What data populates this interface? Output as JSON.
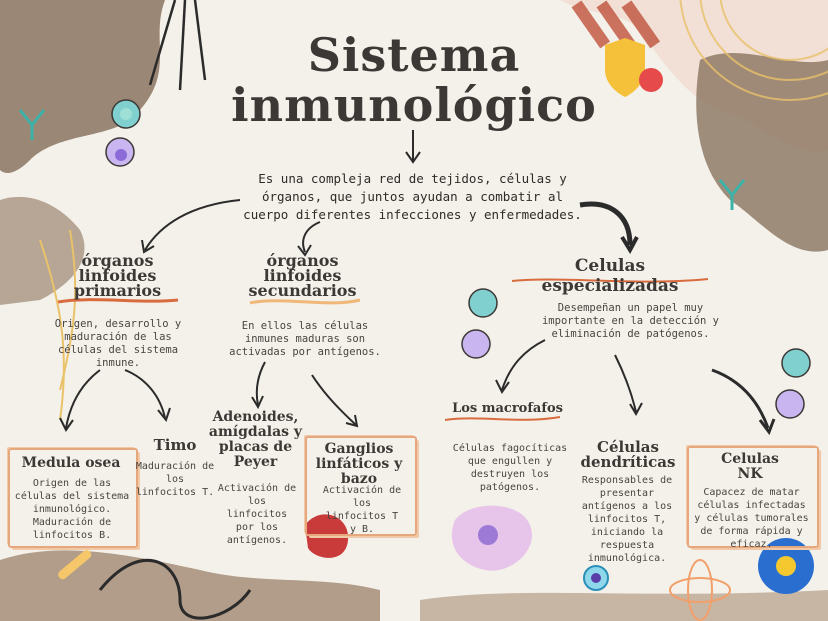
{
  "title": {
    "line1": "Sistema",
    "line2": "inmunológico"
  },
  "intro": "Es una compleja red de tejidos, células y órganos, que juntos ayudan a combatir al cuerpo diferentes infecciones y enfermedades.",
  "branches": {
    "primarios": {
      "heading": "órganos linfoides primarios",
      "text": "Origen, desarrollo y maduración de las células del sistema inmune."
    },
    "secundarios": {
      "heading": "órganos linfoides secundarios",
      "text": "En ellos las células inmunes maduras son activadas por antígenos."
    },
    "especializadas": {
      "heading": "Celulas especializadas",
      "text": "Desempeñan un papel muy importante en la detección y eliminación de patógenos."
    }
  },
  "leaves": {
    "medula": {
      "heading": "Medula osea",
      "text": "Origen de las células del sistema inmunológico. Maduración de linfocitos B."
    },
    "timo": {
      "heading": "Timo",
      "text": "Maduración de los linfocitos T."
    },
    "adenoides": {
      "heading": "Adenoides, amígdalas y placas de Peyer",
      "text": "Activación de los linfocitos por los antígenos."
    },
    "ganglios": {
      "heading": "Ganglios linfáticos y bazo",
      "text": "Activación de los linfocitos T y B."
    },
    "macrofagos": {
      "heading": "Los macrofafos",
      "text": "Células fagocíticas que engullen y destruyen los patógenos."
    },
    "dendriticas": {
      "heading": "Células dendríticas",
      "text": "Responsables de presentar antígenos a los linfocitos T, iniciando la respuesta inmunológica."
    },
    "nk": {
      "heading": "Celulas NK",
      "text": "Capacez de matar células infectadas y células tumorales de forma rápida y eficaz."
    }
  },
  "colors": {
    "background": "#f4f1ea",
    "accent": "#e6a77c",
    "paper": "#8a7460",
    "text": "#3b3836"
  }
}
